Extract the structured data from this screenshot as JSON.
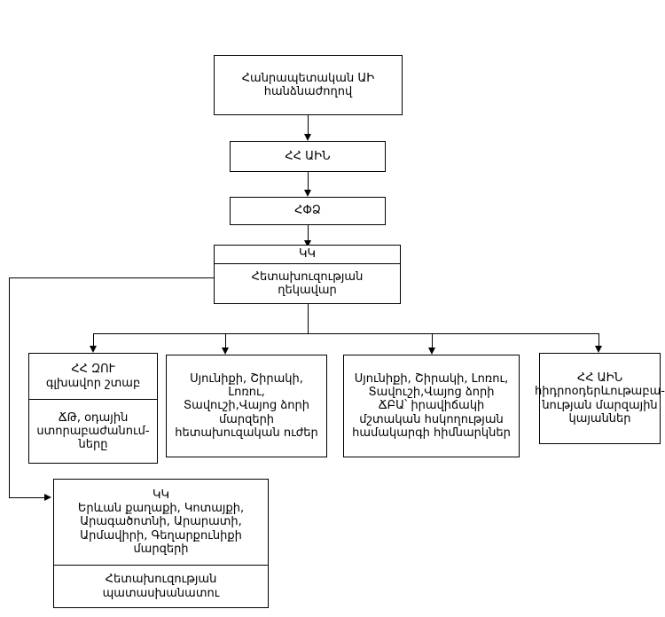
{
  "diagram": {
    "title": "Civil defense / reconnaissance organizational chart",
    "nodes": {
      "republican_commission": {
        "text": "Հանրապետական ԱԻ\nհանձնաժողով"
      },
      "mes": {
        "text": "ՀՀ ԱԻՆ"
      },
      "hpdz": {
        "text": "ՀՓՁ"
      },
      "kk_head": {
        "header": "ԿԿ",
        "body": "Հետախուզության\nղեկավար"
      },
      "armed_forces_staff": {
        "header": "ՀՀ ԶՈՒ\nգլխավոր շտաբ",
        "body": "ՃԹ, օդային\nստորաբաժանում-\nները"
      },
      "regional_recon_forces": {
        "text": "Սյունիքի, Շիրակի, Լոռու,\nՏավուշի,Վայոց ձորի\nմարզերի\nհետախուզական ուժեր"
      },
      "monitoring_institutions": {
        "text": "Սյունիքի, Շիրակի, Լոռու,\nՏավուշի,Վայոց ձորի\nՃԲԱ՝ իրավիճակի\nմշտական հսկողության\nհամակարգի հիմնարկներ"
      },
      "hydromet_stations": {
        "text": "ՀՀ ԱԻՆ\nհիդրոօդերևութաբա-\nնության մարզային\nկայաններ"
      },
      "kk_regions": {
        "header": "ԿԿ\nԵրևան քաղաքի, Կոտայքի,\nԱրագածոտնի, Արարատի,\nԱրմավիրի, Գեղարքունիքի\nմարզերի",
        "body": "Հետախուզության\nպատասխանատու"
      }
    },
    "colors": {
      "line": "#000000",
      "box_fill": "#ffffff",
      "text": "#000000"
    }
  }
}
